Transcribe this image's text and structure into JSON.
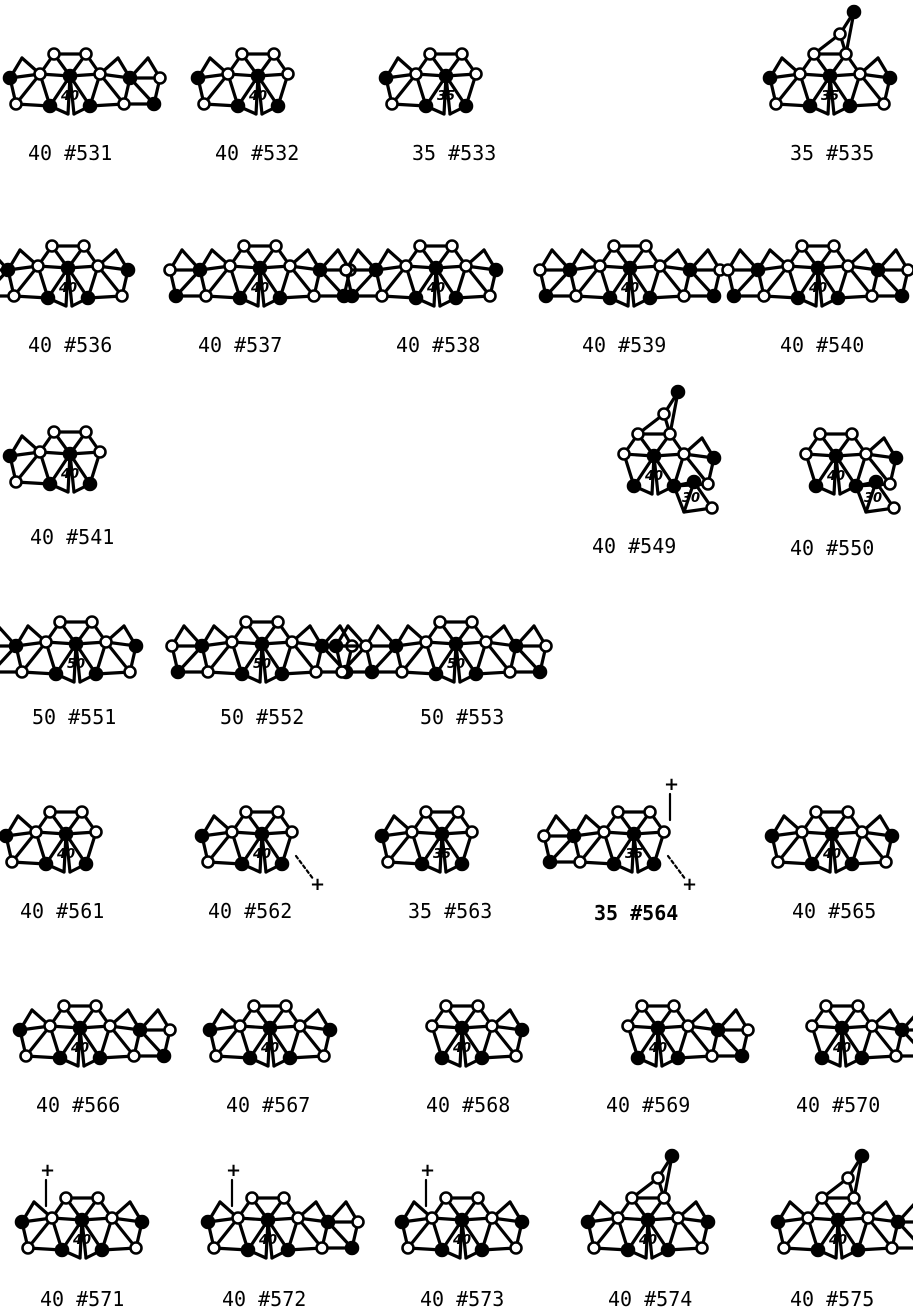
{
  "figures": [
    {
      "caption": "40 #531",
      "num": "40",
      "w": 1,
      "e": 2
    },
    {
      "caption": "40 #532",
      "num": "40",
      "w": 1,
      "e": 0
    },
    {
      "caption": "35 #533",
      "num": "35",
      "w": 1,
      "e": 0
    },
    {
      "caption": "35 #535",
      "num": "35",
      "w": 1,
      "e": 1,
      "tail": "up"
    },
    {
      "caption": "40 #536",
      "num": "40",
      "w": 2,
      "e": 1
    },
    {
      "caption": "40 #537",
      "num": "40",
      "w": 2,
      "e": 2
    },
    {
      "caption": "40 #538",
      "num": "40",
      "w": 2,
      "e": 1
    },
    {
      "caption": "40 #539",
      "num": "40",
      "w": 2,
      "e": 2
    },
    {
      "caption": "40 #540",
      "num": "40",
      "w": 2,
      "e": 2
    },
    {
      "caption": "40 #541",
      "num": "40",
      "w": 1,
      "e": 0
    },
    {
      "caption": "40 #549",
      "num": "40",
      "num2": "30",
      "w": 0,
      "e": 1,
      "tail": "up",
      "extra": "down"
    },
    {
      "caption": "40 #550",
      "num": "40",
      "num2": "30",
      "w": 0,
      "e": 1,
      "extra": "down"
    },
    {
      "caption": "50 #551",
      "num": "50",
      "w": 2,
      "e": 1
    },
    {
      "caption": "50 #552",
      "num": "50",
      "w": 2,
      "e": 2
    },
    {
      "caption": "50 #553",
      "num": "50",
      "w": 3,
      "e": 2
    },
    {
      "caption": "40 #561",
      "num": "40",
      "w": 1,
      "e": 0
    },
    {
      "caption": "40 #562",
      "num": "40",
      "w": 1,
      "e": 0,
      "mark": "plus-right"
    },
    {
      "caption": "35 #563",
      "num": "35",
      "w": 1,
      "e": 0
    },
    {
      "caption": "35 #564",
      "num": "35",
      "w": 2,
      "e": 0,
      "mark": "plus-both",
      "bold": true
    },
    {
      "caption": "40 #565",
      "num": "40",
      "w": 1,
      "e": 1
    },
    {
      "caption": "40 #566",
      "num": "40",
      "w": 1,
      "e": 2
    },
    {
      "caption": "40 #567",
      "num": "40",
      "w": 1,
      "e": 1
    },
    {
      "caption": "40 #568",
      "num": "40",
      "w": 0,
      "e": 1
    },
    {
      "caption": "40 #569",
      "num": "40",
      "w": 0,
      "e": 2
    },
    {
      "caption": "40 #570",
      "num": "40",
      "w": 0,
      "e": 2
    },
    {
      "caption": "40 #571",
      "num": "40",
      "w": 1,
      "e": 1,
      "mark": "plus-up"
    },
    {
      "caption": "40 #572",
      "num": "40",
      "w": 1,
      "e": 2,
      "mark": "plus-up"
    },
    {
      "caption": "40 #573",
      "num": "40",
      "w": 1,
      "e": 1,
      "mark": "plus-up"
    },
    {
      "caption": "40 #574",
      "num": "40",
      "w": 1,
      "e": 1,
      "tail": "up"
    },
    {
      "caption": "40 #575",
      "num": "40",
      "w": 1,
      "e": 2,
      "tail": "up"
    }
  ]
}
